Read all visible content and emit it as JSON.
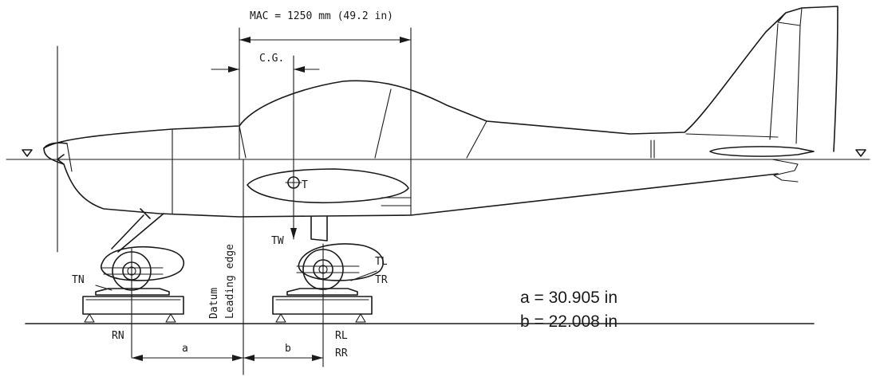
{
  "labels": {
    "mac": "MAC = 1250 mm (49.2 in)",
    "cg": "C.G.",
    "t": "T",
    "tw": "TW",
    "tn": "TN",
    "tl": "TL",
    "tr": "TR",
    "rn": "RN",
    "rl": "RL",
    "rr": "RR",
    "datum": "Datum",
    "leading_edge": "Leading edge",
    "a": "a",
    "b": "b"
  },
  "values": {
    "a_value": "a = 30.905 in",
    "b_value": "b = 22.008 in"
  }
}
